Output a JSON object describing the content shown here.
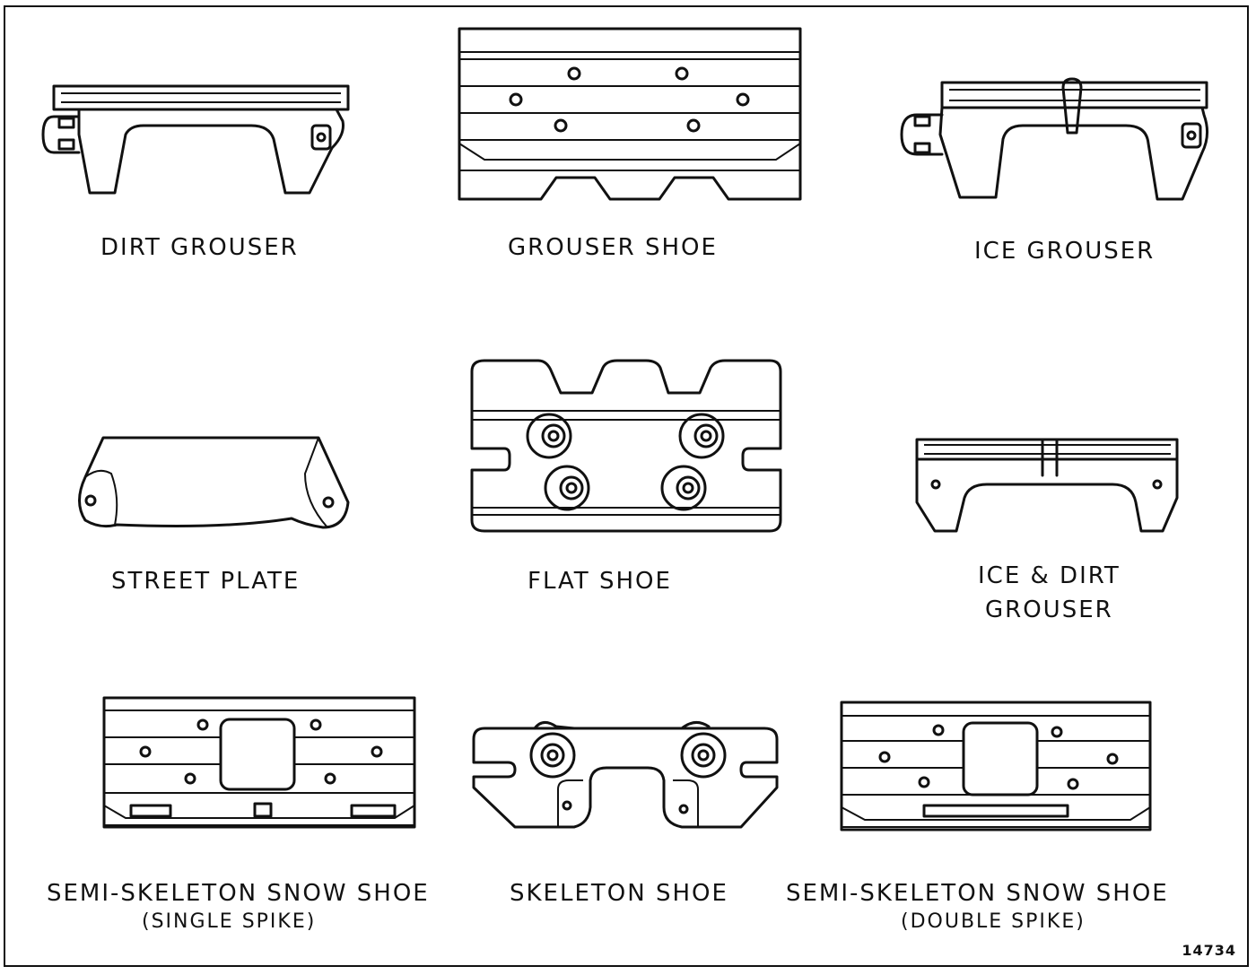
{
  "labels": {
    "dirt_grouser": "DIRT GROUSER",
    "grouser_shoe": "GROUSER SHOE",
    "ice_grouser": "ICE GROUSER",
    "street_plate": "STREET PLATE",
    "flat_shoe": "FLAT SHOE",
    "ice_dirt_grouser_1": "ICE & DIRT",
    "ice_dirt_grouser_2": "GROUSER",
    "semi_skeleton_single_1": "SEMI-SKELETON SNOW SHOE",
    "semi_skeleton_single_2": "(SINGLE SPIKE)",
    "skeleton_shoe": "SKELETON SHOE",
    "semi_skeleton_double_1": "SEMI-SKELETON SNOW SHOE",
    "semi_skeleton_double_2": "(DOUBLE SPIKE)"
  },
  "figure_number": "14734"
}
